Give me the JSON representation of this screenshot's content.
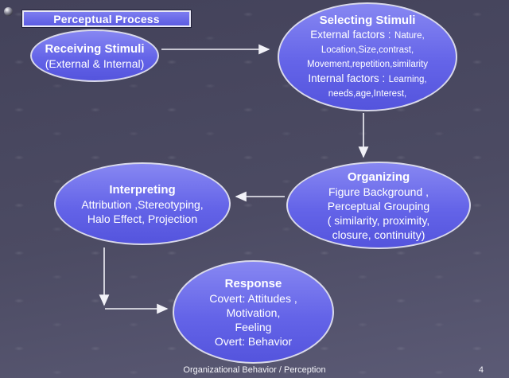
{
  "slide": {
    "title": "Perceptual Process",
    "nodes": {
      "receiving": {
        "title": "Receiving Stimuli",
        "subtitle": "(External & Internal)"
      },
      "selecting": {
        "title": "Selecting Stimuli",
        "external_label": "External factors :",
        "external_line1": "Nature,",
        "external_line2": "Location,Size,contrast,",
        "external_line3": "Movement,repetition,similarity",
        "internal_label": "Internal factors :",
        "internal_line1": "Learning,",
        "internal_line2": "needs,age,Interest,"
      },
      "organizing": {
        "title": "Organizing",
        "lines": [
          "Figure Background ,",
          "Perceptual Grouping",
          "( similarity, proximity,",
          "closure, continuity)"
        ]
      },
      "interpreting": {
        "title": "Interpreting",
        "lines": [
          "Attribution ,Stereotyping,",
          "Halo Effect, Projection"
        ]
      },
      "response": {
        "title": "Response",
        "lines": [
          "Covert: Attitudes ,",
          "Motivation,",
          "Feeling",
          "Overt: Behavior"
        ]
      }
    },
    "footer": {
      "text": "Organizational Behavior / Perception",
      "page_number": "4"
    },
    "colors": {
      "node_fill": "#6666e8",
      "node_border": "#d9d9ea",
      "background": "#4b4a62",
      "arrow": "#f2f2f8",
      "text": "#ffffff"
    }
  }
}
